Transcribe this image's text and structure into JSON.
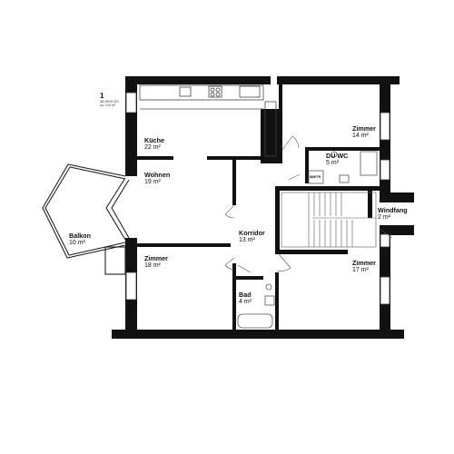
{
  "unit": {
    "number": "1",
    "line1": "AB WHG EG",
    "line2": "ca. 104 m²"
  },
  "rooms": [
    {
      "id": "kueche",
      "name": "Küche",
      "area": "22 m²"
    },
    {
      "id": "wohnen",
      "name": "Wohnen",
      "area": "19 m²"
    },
    {
      "id": "zimmer1",
      "name": "Zimmer",
      "area": "14 m²"
    },
    {
      "id": "duwc",
      "name": "DU WC",
      "area": "5 m²"
    },
    {
      "id": "windfang",
      "name": "Windfang",
      "area": "2 m²"
    },
    {
      "id": "korridor",
      "name": "Korridor",
      "area": "13 m²"
    },
    {
      "id": "balkon",
      "name": "Balkon",
      "area": "10 m²"
    },
    {
      "id": "zimmer2",
      "name": "Zimmer",
      "area": "18 m²"
    },
    {
      "id": "bad",
      "name": "Bad",
      "area": "4 m²"
    },
    {
      "id": "zimmer3",
      "name": "Zimmer",
      "area": "17 m²"
    }
  ],
  "fixtures": {
    "washer_tag": "WM/TR"
  },
  "colors": {
    "wall": "#111111",
    "line": "#333333",
    "fixture": "#666666"
  }
}
